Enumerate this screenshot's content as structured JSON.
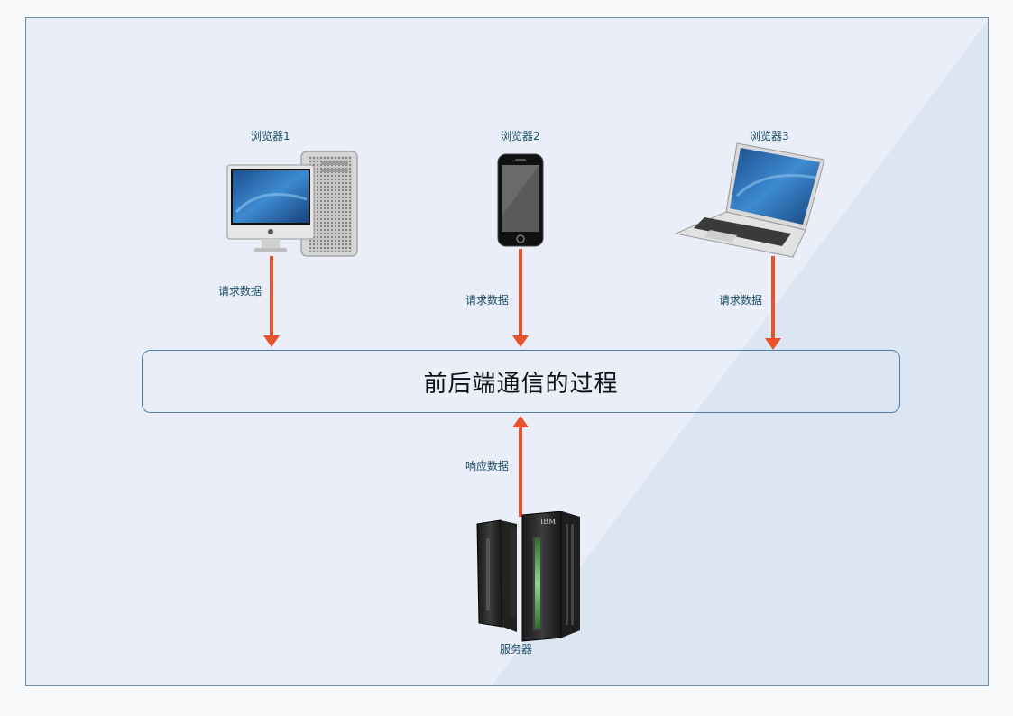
{
  "browsers": [
    {
      "label": "浏览器1",
      "icon": "desktop-computer-icon"
    },
    {
      "label": "浏览器2",
      "icon": "smartphone-icon"
    },
    {
      "label": "浏览器3",
      "icon": "laptop-icon"
    }
  ],
  "request_label": "请求数据",
  "response_label": "响应数据",
  "process_title": "前后端通信的过程",
  "server": {
    "label": "服务器",
    "brand": "IBM",
    "icon": "server-icon"
  },
  "colors": {
    "arrow": "#e8532c",
    "box_border": "#4b7fae",
    "label": "#1d4d66",
    "background": "#e9eef8"
  }
}
